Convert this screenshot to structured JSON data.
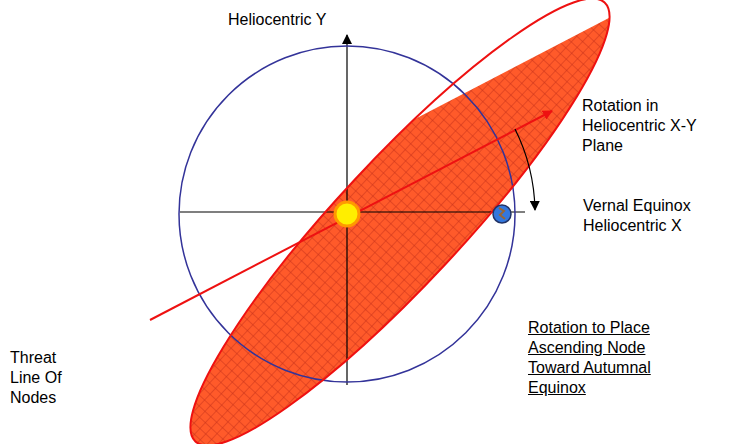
{
  "diagram": {
    "labels": [
      "Heliocentric Y",
      "Rotation in Heliocentric X-Y Plane",
      "Vernal Equinox Heliocentric X",
      "Threat Line Of Nodes",
      "Rotation to Place Ascending Node Toward Autumnal Equinox"
    ]
  }
}
